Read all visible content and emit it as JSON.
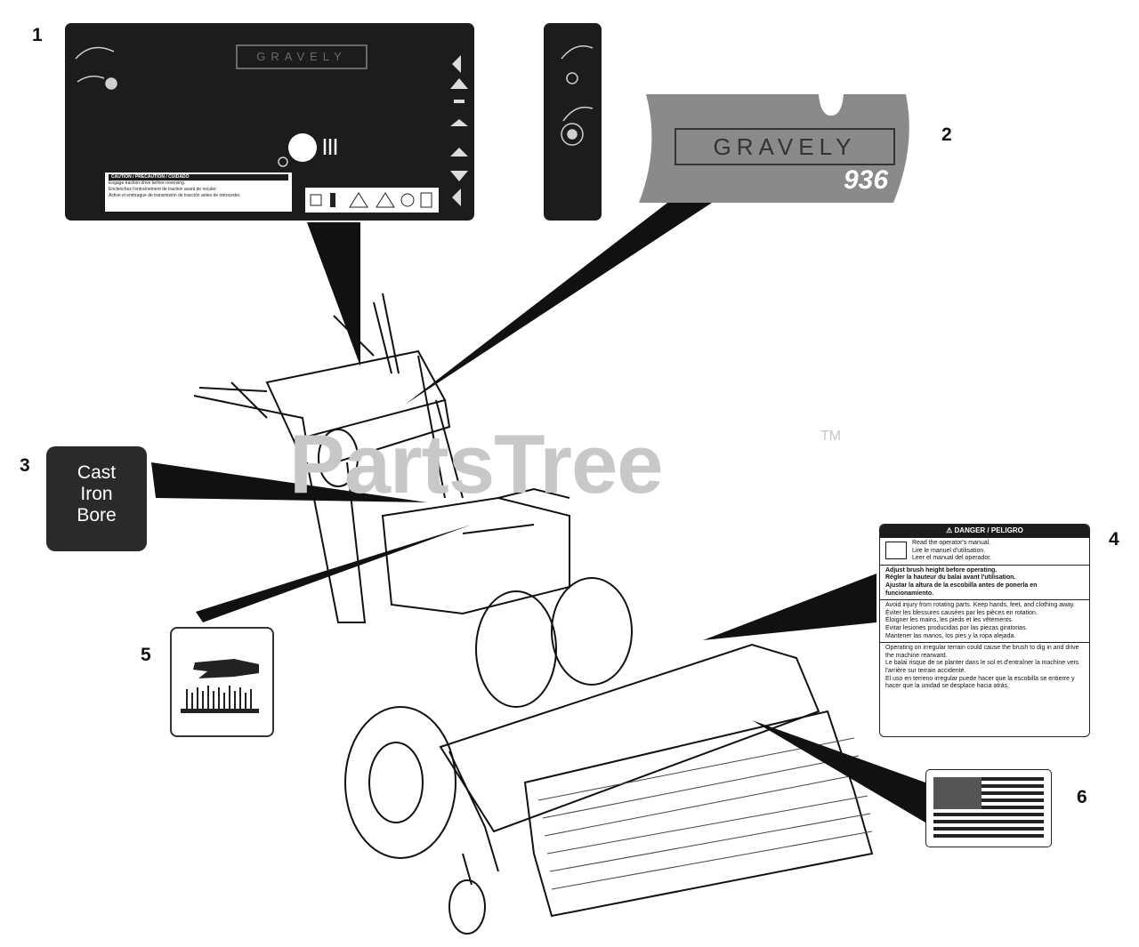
{
  "callouts": [
    "1",
    "2",
    "3",
    "4",
    "5",
    "6"
  ],
  "decal1": {
    "brand": "GRAVELY",
    "warning_title": "CAUTION / PRÉCAUTION / CUIDADO",
    "warning_lines": [
      "Engage traction drive before reversing.",
      "Enclenchez l'entraînement de traction avant de reculer.",
      "Active el embrague de transmisión de tracción antes de retroceder."
    ]
  },
  "decal2": {
    "brand": "GRAVELY",
    "model": "936"
  },
  "decal3": {
    "lines": [
      "Cast",
      "Iron",
      "Bore"
    ]
  },
  "decal4": {
    "header": "⚠ DANGER / PELIGRO",
    "manual_lines": [
      "Read the operator's manual.",
      "Lire le manuel d'utilisation.",
      "Leer el manual del operador."
    ],
    "adjust_lines": [
      "Adjust brush height before operating.",
      "Régler la hauteur du balai avant l'utilisation.",
      "Ajustar la altura de la escobilla antes de ponerla en funcionamiento."
    ],
    "injury_lines": [
      "Avoid injury from rotating parts. Keep hands, feet, and clothing away.",
      "Éviter les blessures causées par les pièces en rotation.",
      "Éloigner les mains, les pieds et les vêtements.",
      "Evitar lesiones producidas por las piezas giratorias.",
      "Mantener las manos, los pies y la ropa alejada."
    ],
    "terrain_lines": [
      "Operating on irregular terrain could cause the brush to dig in and drive the machine rearward.",
      "Le balai risque de se planter dans le sol et d'entraîner la machine vers l'arrière sur terrain accidenté.",
      "El uso en terreno irregular puede hacer que la escobilla se entierre y hacer que la unidad se desplace hacia atrás."
    ]
  },
  "watermark": {
    "text": "PartsTree",
    "tm": "TM"
  }
}
